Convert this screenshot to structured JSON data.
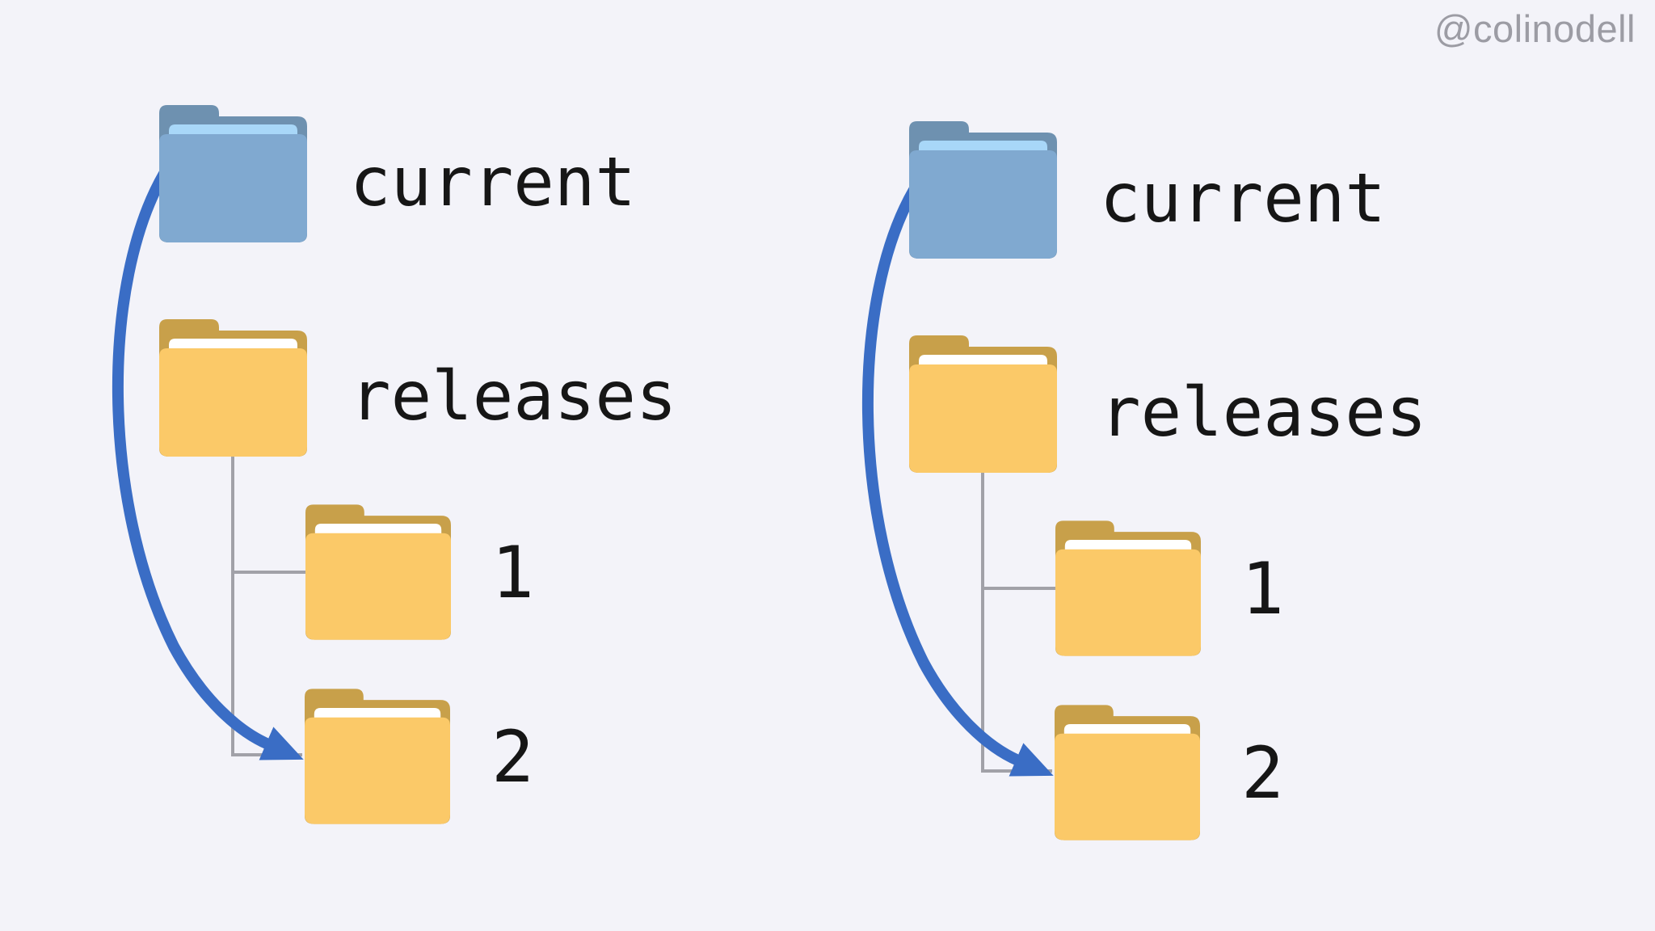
{
  "watermark": {
    "text": "@colinodell",
    "color": "#9c9ca4"
  },
  "colors": {
    "background": "#f3f3f9",
    "blue_folder_front": "#80a9d0",
    "blue_folder_back": "#6e91b0",
    "blue_folder_strip": "#a8d7f8",
    "yellow_folder_front": "#fbc968",
    "yellow_folder_back": "#c8a04a",
    "yellow_folder_strip": "#ffffff",
    "arrow": "#3a6dc5",
    "tree_line": "#a1a1a8",
    "label_text": "#161616"
  },
  "panels": [
    {
      "name": "left",
      "current_label": "current",
      "releases_label": "releases",
      "subfolder_labels": [
        "1",
        "2"
      ]
    },
    {
      "name": "right",
      "current_label": "current",
      "releases_label": "releases",
      "subfolder_labels": [
        "1",
        "2"
      ]
    }
  ]
}
